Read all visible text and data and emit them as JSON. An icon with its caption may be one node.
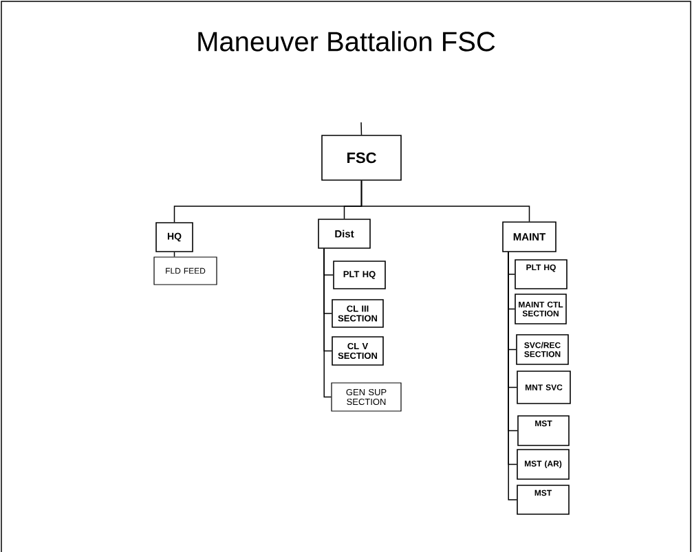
{
  "diagram": {
    "title": "Maneuver Battalion FSC",
    "nodes": [
      {
        "text": [
          "FSC"
        ]
      },
      {
        "text": [
          "HQ"
        ]
      },
      {
        "text": [
          "FLD FEED"
        ]
      },
      {
        "text": [
          "Dist"
        ]
      },
      {
        "text": [
          "PLT HQ"
        ]
      },
      {
        "text": [
          "CL III SECTION"
        ]
      },
      {
        "text": [
          "CL V SECTION"
        ]
      },
      {
        "text": [
          "GEN SUP SECTION"
        ]
      },
      {
        "text": [
          "MAINT"
        ]
      },
      {
        "text": [
          "PLT HQ"
        ]
      },
      {
        "text": [
          "MAINT CTL SECTION"
        ]
      },
      {
        "text": [
          "SVC/REC SECTION"
        ]
      },
      {
        "text": [
          "MNT SVC"
        ]
      },
      {
        "text": [
          "MST"
        ]
      },
      {
        "text": [
          "MST (AR)"
        ]
      },
      {
        "text": [
          "MST"
        ]
      }
    ],
    "edges": [
      {
        "from": null,
        "to": 0,
        "arrow": "none"
      },
      {
        "from": 0,
        "to": 1,
        "arrow": "none"
      },
      {
        "from": 0,
        "to": 3,
        "arrow": "none"
      },
      {
        "from": 0,
        "to": 8,
        "arrow": "none"
      },
      {
        "from": 1,
        "to": 2,
        "arrow": "none"
      },
      {
        "from": 3,
        "to": 4,
        "arrow": "none"
      },
      {
        "from": 3,
        "to": 5,
        "arrow": "none"
      },
      {
        "from": 3,
        "to": 6,
        "arrow": "none"
      },
      {
        "from": 3,
        "to": 7,
        "arrow": "none"
      },
      {
        "from": 8,
        "to": 9,
        "arrow": "none"
      },
      {
        "from": 8,
        "to": 10,
        "arrow": "none"
      },
      {
        "from": 8,
        "to": 11,
        "arrow": "none"
      },
      {
        "from": 8,
        "to": 12,
        "arrow": "none"
      },
      {
        "from": 8,
        "to": 13,
        "arrow": "none"
      },
      {
        "from": 8,
        "to": 14,
        "arrow": "none"
      },
      {
        "from": 8,
        "to": 15,
        "arrow": "none"
      }
    ]
  }
}
